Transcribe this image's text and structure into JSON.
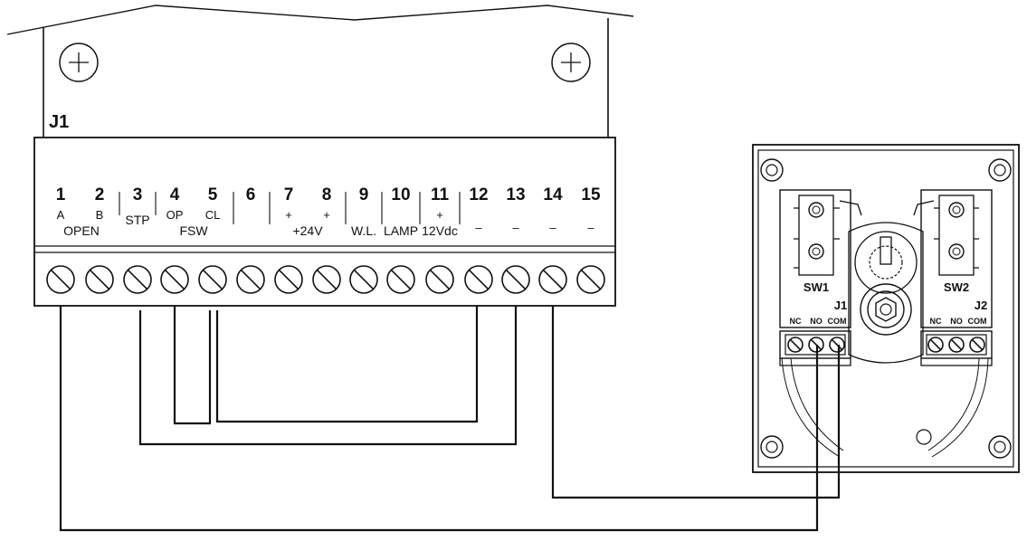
{
  "board": {
    "label": "J1",
    "terminals": [
      {
        "num": "1",
        "sub": "A"
      },
      {
        "num": "2",
        "sub": "B"
      },
      {
        "num": "3",
        "sub": "STP"
      },
      {
        "num": "4",
        "sub": "OP"
      },
      {
        "num": "5",
        "sub": "CL"
      },
      {
        "num": "6",
        "sub": ""
      },
      {
        "num": "7",
        "sub": "+"
      },
      {
        "num": "8",
        "sub": "+"
      },
      {
        "num": "9",
        "sub": "W.L."
      },
      {
        "num": "10",
        "sub": "LAMP"
      },
      {
        "num": "11",
        "sub": "+"
      },
      {
        "num": "12",
        "sub": "–"
      },
      {
        "num": "13",
        "sub": "–"
      },
      {
        "num": "14",
        "sub": "–"
      },
      {
        "num": "15",
        "sub": "–"
      }
    ],
    "groups": {
      "open": "OPEN",
      "fsw": "FSW",
      "v24": "+24V",
      "v12": "12Vdc"
    }
  },
  "limit_switch": {
    "sw1": {
      "label": "SW1",
      "connector": "J1",
      "pins": [
        "NC",
        "NO",
        "COM"
      ]
    },
    "sw2": {
      "label": "SW2",
      "connector": "J2",
      "pins": [
        "NC",
        "NO",
        "COM"
      ]
    }
  },
  "colors": {
    "line": "#111111",
    "background": "#ffffff"
  }
}
